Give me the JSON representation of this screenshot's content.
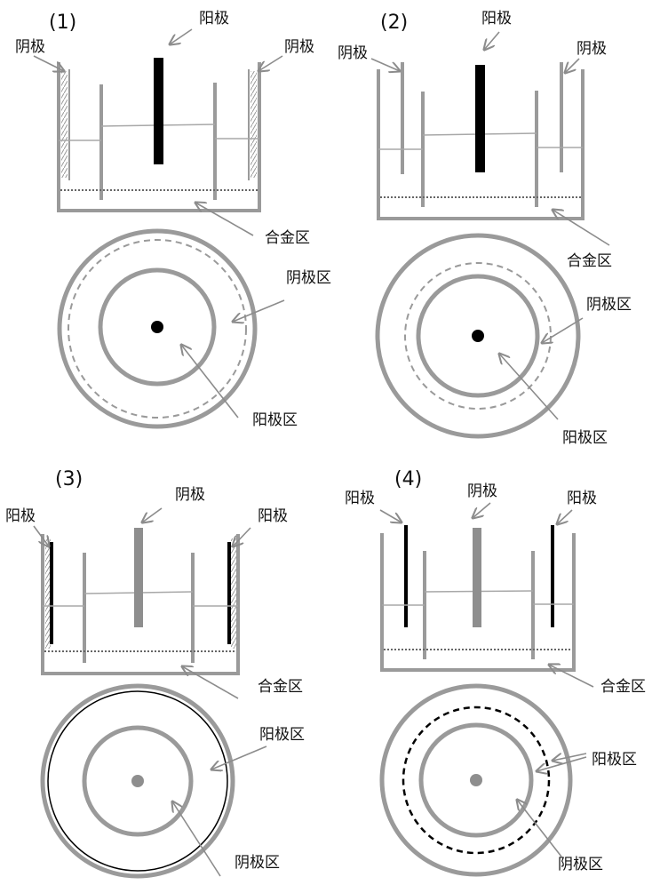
{
  "colors": {
    "wall": "#9a9a9a",
    "line": "#a8a8a8",
    "dark": "#000000",
    "arrow": "#8c8c8c",
    "text": "#111111",
    "background": "#ffffff"
  },
  "panels": [
    {
      "number": "(1)",
      "labels": {
        "top_left": "阴极",
        "top_center": "阳极",
        "top_right": "阴极",
        "alloy": "合金区",
        "outer_zone": "阴极区",
        "inner_zone": "阳极区"
      }
    },
    {
      "number": "(2)",
      "labels": {
        "top_left": "阴极",
        "top_center": "阳极",
        "top_right": "阴极",
        "alloy": "合金区",
        "outer_zone": "阴极区",
        "inner_zone": "阳极区"
      }
    },
    {
      "number": "(3)",
      "labels": {
        "top_left": "阳极",
        "top_center": "阴极",
        "top_right": "阳极",
        "alloy": "合金区",
        "outer_zone": "阳极区",
        "inner_zone": "阴极区"
      }
    },
    {
      "number": "(4)",
      "labels": {
        "top_left": "阳极",
        "top_center": "阴极",
        "top_right": "阳极",
        "alloy": "合金区",
        "outer_zone": "阳极区",
        "inner_zone": "阴极区"
      }
    }
  ]
}
